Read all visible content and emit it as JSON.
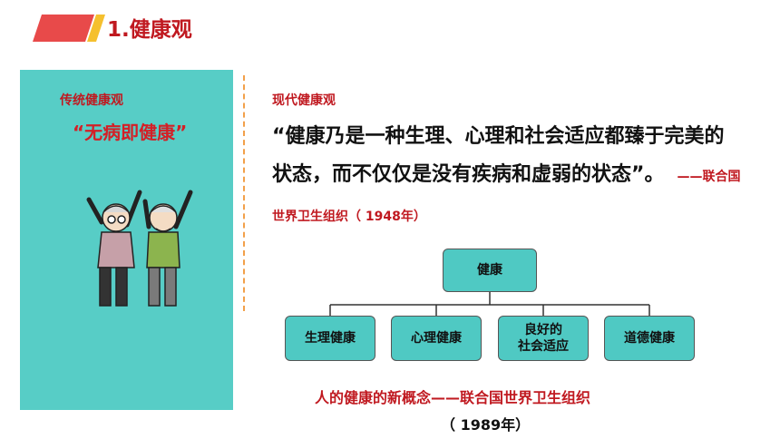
{
  "header": {
    "title": "1.健康观"
  },
  "traditional": {
    "label": "传统健康观",
    "quote": "“无病即健康”"
  },
  "modern": {
    "label": "现代健康观",
    "quote": "“健康乃是一种生理、心理和社会适应都臻于完美的状态，而不仅仅是没有疾病和虚弱的状态”。",
    "source": "——联合国世界卫生组织（ 1948年）"
  },
  "tree": {
    "root": "健康",
    "children": [
      "生理健康",
      "心理健康",
      "良好的\n社会适应",
      "道德健康"
    ]
  },
  "footer": {
    "line1": "人的健康的新概念——联合国世界卫生组织",
    "line2": "（ 1989年）"
  },
  "colors": {
    "accent_red": "#c01920",
    "teal": "#57cdc6",
    "box_teal": "#4fc9c3",
    "title_bar_red": "#e84a4a",
    "title_bar_yellow": "#f5c02e",
    "divider_orange": "#f2a04a"
  }
}
